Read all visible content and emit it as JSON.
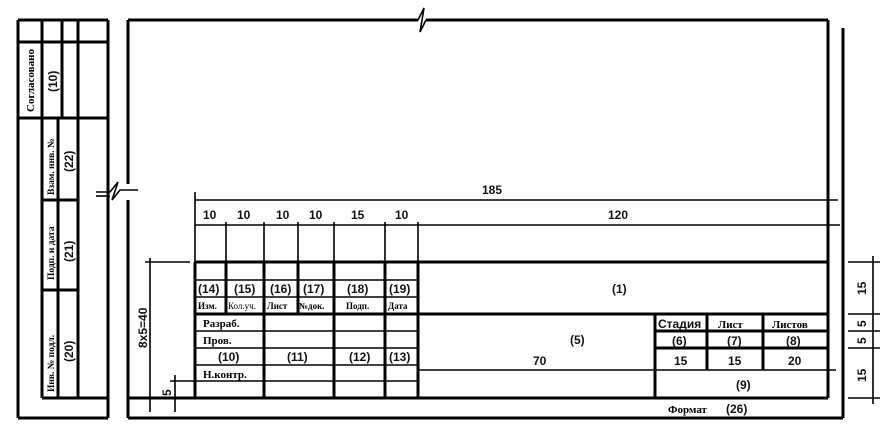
{
  "side_strip": {
    "agreed_label": "Согласовано",
    "agreed_num": "(10)",
    "replace_inv_label": "Взам. инв. №",
    "replace_inv_num": "(22)",
    "sign_date_label": "Подп. и дата",
    "sign_date_num": "(21)",
    "inv_orig_label": "Инв. № подл.",
    "inv_orig_num": "(20)"
  },
  "dimensions": {
    "total_width": "185",
    "columns": [
      "10",
      "10",
      "10",
      "10",
      "15",
      "10"
    ],
    "right_width": "120",
    "total_height": "8x5=40",
    "row_height": "5",
    "right": [
      "15",
      "5",
      "5",
      "15"
    ],
    "field5_width": "70",
    "stage_cols": [
      "15",
      "15",
      "20"
    ]
  },
  "title_block": {
    "col_nums": [
      "(14)",
      "(15)",
      "(16)",
      "(17)",
      "(18)",
      "(19)"
    ],
    "col_headers": [
      "Изм.",
      "Кол.уч.",
      "Лист",
      "№док.",
      "Подп.",
      "Дата"
    ],
    "rows": [
      "Разраб.",
      "Пров.",
      "Н.контр."
    ],
    "row_nums": [
      "(10)",
      "(11)",
      "(12)",
      "(13)"
    ],
    "field1": "(1)",
    "field5": "(5)",
    "stage_headers": [
      "Стадия",
      "Лист",
      "Листов"
    ],
    "stage_nums": [
      "(6)",
      "(7)",
      "(8)"
    ],
    "field9": "(9)",
    "format_label": "Формат",
    "format_num": "(26)"
  }
}
